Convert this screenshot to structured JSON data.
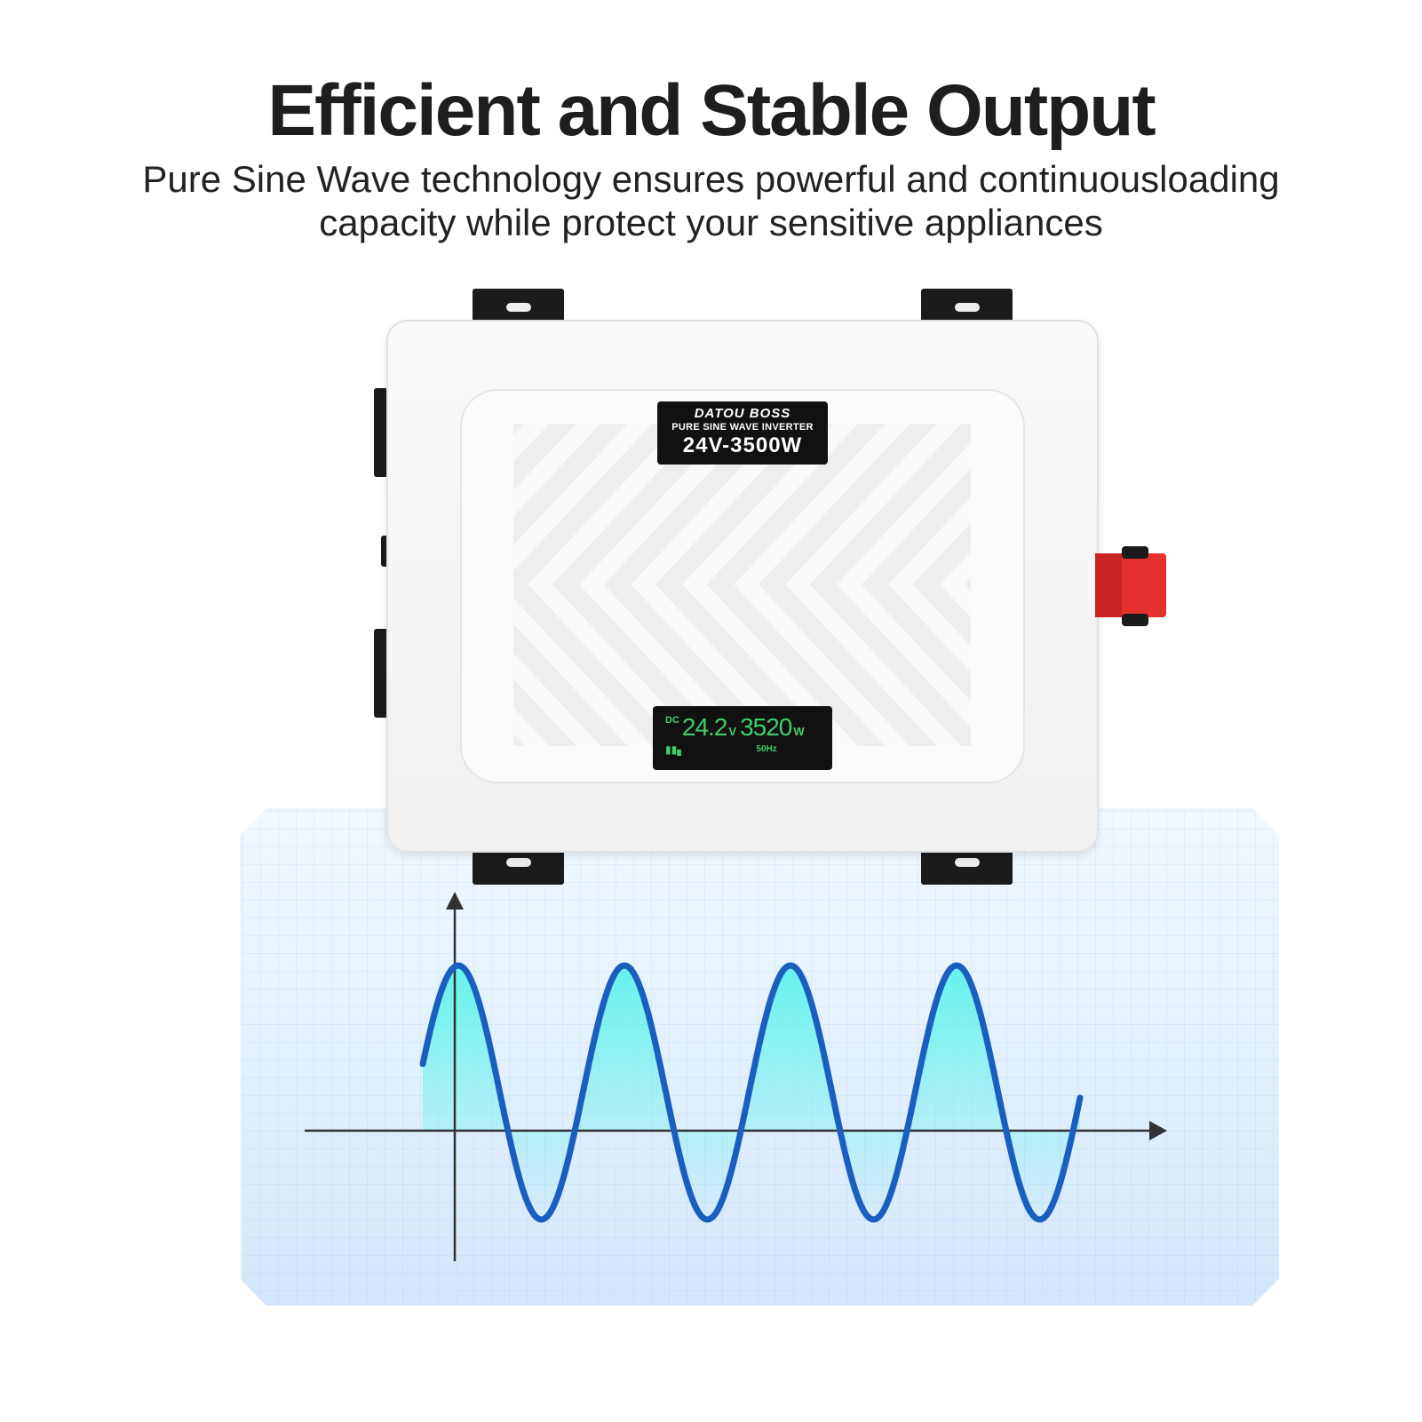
{
  "heading": {
    "title": "Efficient and Stable Output",
    "subtitle_line1": "Pure Sine Wave technology ensures powerful and continuousloading",
    "subtitle_line2": "capacity while protect your sensitive appliances"
  },
  "product": {
    "brand": "DATOU BOSS",
    "type": "PURE SINE WAVE INVERTER",
    "model": "24V-3500W",
    "display": {
      "dc_label": "DC",
      "voltage": "24.2",
      "voltage_unit": "V",
      "power": "3520",
      "power_unit": "W",
      "frequency": "50Hz"
    },
    "terminal_color": "#e53030"
  },
  "colors": {
    "wave_stroke": "#1a5fc0",
    "wave_fill_top": "#5ef2ec",
    "display_text": "#3fcf6a"
  }
}
